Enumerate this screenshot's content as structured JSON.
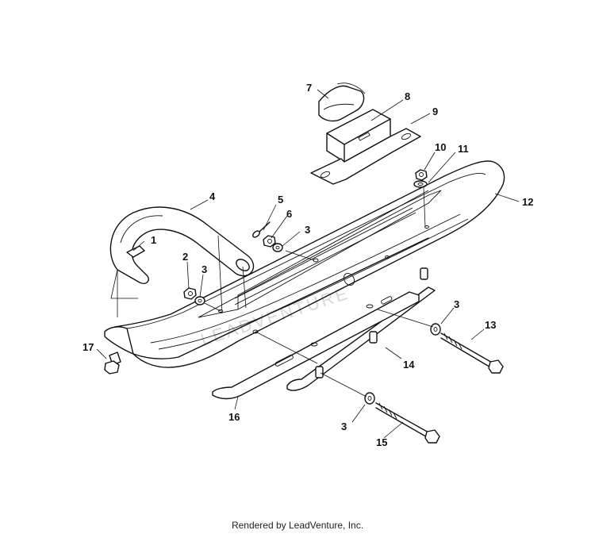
{
  "footer": {
    "text": "Rendered by LeadVenture, Inc."
  },
  "watermark": {
    "text": "LEADVENTURE"
  },
  "callouts": [
    "1",
    "2",
    "3",
    "3",
    "3",
    "3",
    "4",
    "5",
    "6",
    "7",
    "8",
    "9",
    "10",
    "11",
    "12",
    "13",
    "14",
    "15",
    "16",
    "17"
  ]
}
